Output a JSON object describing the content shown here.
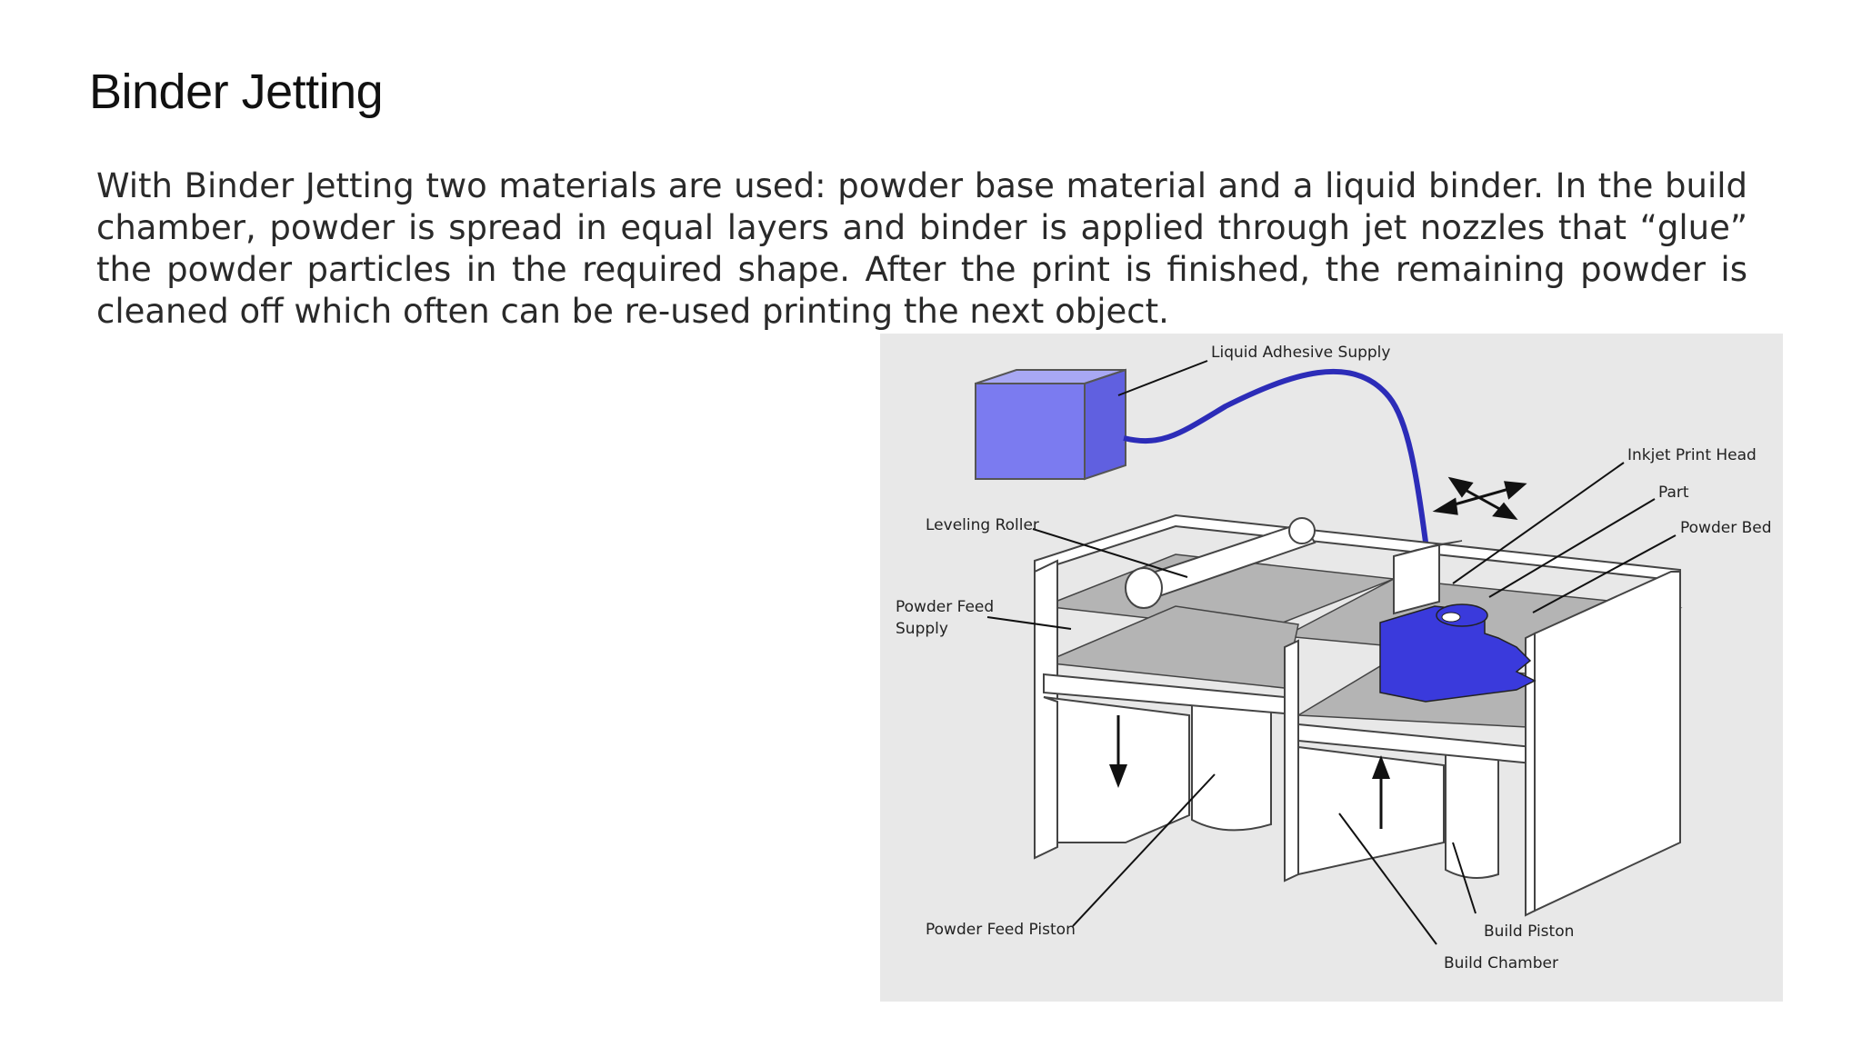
{
  "slide": {
    "title": "Binder Jetting",
    "body": "With Binder Jetting two materials are used: powder base material and a liquid binder. In the build chamber, powder is spread in equal layers and binder is applied through jet nozzles that “glue” the powder particles in the required shape. After the print is finished, the remaining powder is cleaned off which often can be re-used printing the next object."
  },
  "diagram": {
    "labels": {
      "liquid_adhesive_supply": "Liquid Adhesive Supply",
      "inkjet_print_head": "Inkjet Print Head",
      "part": "Part",
      "powder_bed": "Powder Bed",
      "leveling_roller": "Leveling Roller",
      "powder_feed_supply_line1": "Powder Feed",
      "powder_feed_supply_line2": "Supply",
      "powder_feed_piston": "Powder Feed Piston",
      "build_piston": "Build Piston",
      "build_chamber": "Build Chamber"
    },
    "colors": {
      "background": "#e8e8e8",
      "binder_blue": "#3a3adc",
      "tank_blue": "#7b7bf0",
      "powder_gray": "#b4b4b4",
      "wall_white": "#ffffff"
    }
  }
}
